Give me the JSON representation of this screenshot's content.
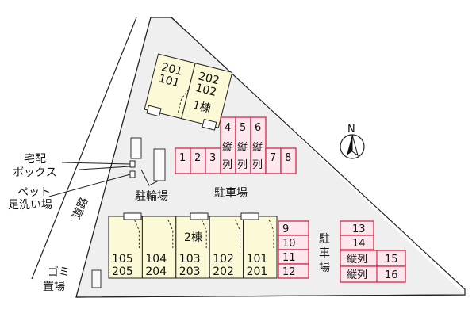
{
  "north_label": "N",
  "building1": {
    "name": "1棟",
    "units": [
      [
        "201",
        "101"
      ],
      [
        "202",
        "102"
      ]
    ]
  },
  "building2": {
    "name": "2棟",
    "units": [
      [
        "105",
        "205"
      ],
      [
        "104",
        "204"
      ],
      [
        "103",
        "203"
      ],
      [
        "102",
        "202"
      ],
      [
        "101",
        "201"
      ]
    ]
  },
  "parking_label": "駐車場",
  "parking_label_vertical": [
    "駐",
    "車",
    "場"
  ],
  "parking_top": {
    "spaces": [
      "1",
      "2",
      "3",
      "4",
      "5",
      "6",
      "7",
      "8"
    ],
    "vertical_note": [
      "縦",
      "列"
    ]
  },
  "parking_mid": {
    "spaces": [
      "9",
      "10",
      "11",
      "12"
    ]
  },
  "parking_right": {
    "spaces": [
      "13",
      "14",
      "15",
      "16"
    ],
    "tandem_note": "縦列"
  },
  "bicycle_parking_label": "駐輪場",
  "delivery_box_label": [
    "宅配",
    "ボックス"
  ],
  "pet_wash_label": [
    "ペット",
    "足洗い場"
  ],
  "road_label": "道路",
  "garbage_label": [
    "ゴミ",
    "置場"
  ]
}
